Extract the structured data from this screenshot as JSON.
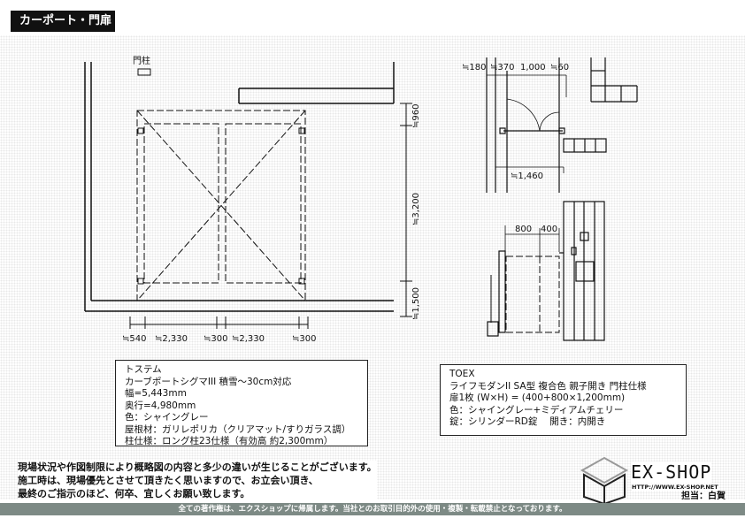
{
  "title": "カーポート・門扉",
  "watermark": "転載禁止",
  "plan": {
    "post_label": "門柱",
    "bottom_dims": [
      "≒540",
      "≒2,330",
      "≒300",
      "≒2,330",
      "≒300"
    ],
    "right_dims": [
      "≒960",
      "≒3,200",
      "≒1,500"
    ]
  },
  "gate_plan": {
    "top_dims": [
      "≒180",
      "≒370",
      "1,000",
      "≒60"
    ],
    "bottom_dim": "≒1,460"
  },
  "gate_elevation": {
    "dims": [
      "800",
      "400"
    ]
  },
  "carport_spec": [
    "トステム",
    "カーブポートシグマIII 積雪～30cm対応",
    "幅=5,443mm",
    "奥行=4,980mm",
    "色：シャイングレー",
    "屋根材：ガリレポリカ（クリアマット/すりガラス調）",
    "柱仕様：ロング柱23仕様（有効高 約2,300mm）"
  ],
  "gate_spec": [
    "TOEX",
    "ライフモダンII SA型 複合色 親子開き 門柱仕様",
    "扉1枚 (W×H) = (400+800×1,200mm)",
    "色：シャイングレー+ミディアムチェリー",
    "錠：シリンダーRD錠　 開き：内開き"
  ],
  "notes": [
    "現場状況や作図制限により概略図の内容と多少の違いが生じることがございます。",
    "施工時は、現場優先とさせて頂きたく思いますので、お立会い頂き、",
    "最終のご指示のほど、何卒、宜しくお願い致します。"
  ],
  "brand": {
    "name": "EX-SHOP",
    "url": "HTTP://WWW.EX-SHOP.NET",
    "staff": "担当：白賀"
  },
  "footer": "全ての著作権は、エクスショップに帰属します。当社とのお取引目的外の使用・複製・転載禁止となっております。"
}
